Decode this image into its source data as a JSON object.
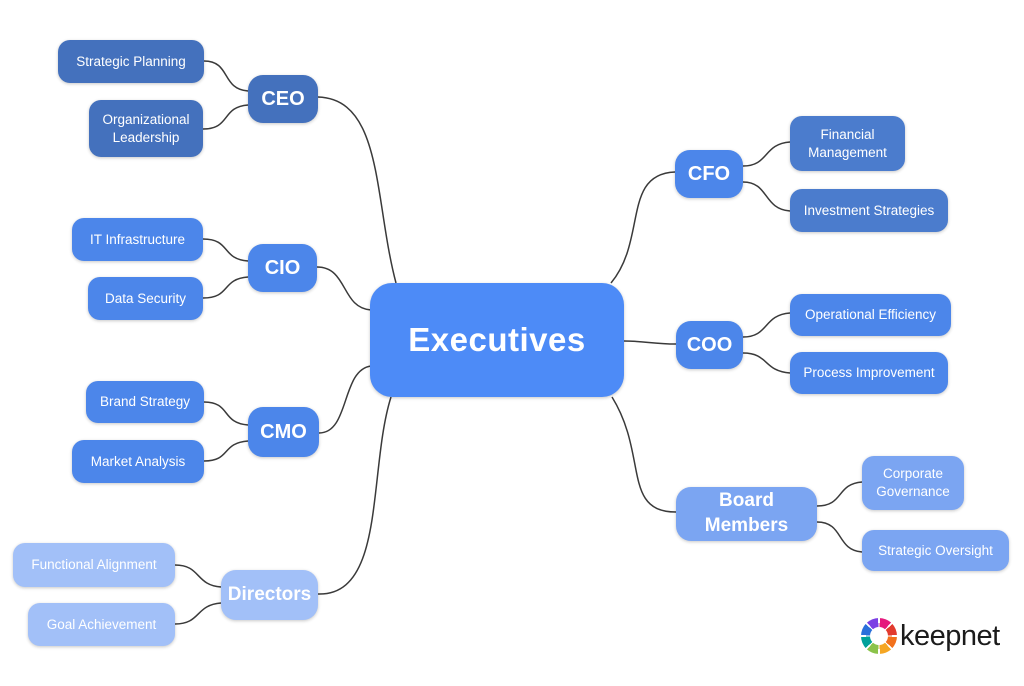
{
  "canvas": {
    "background": "#ffffff",
    "edge_color": "#3a3a3a"
  },
  "mindmap": {
    "root": {
      "label": "Executives",
      "color": "#4d8bf7",
      "text_color": "#ffffff"
    },
    "branches": [
      {
        "label": "CEO",
        "color": "#4471bd",
        "children": [
          {
            "label": "Strategic Planning",
            "color": "#4471bd"
          },
          {
            "label": "Organizational Leadership",
            "color": "#4471bd"
          }
        ]
      },
      {
        "label": "CIO",
        "color": "#4c86ea",
        "children": [
          {
            "label": "IT Infrastructure",
            "color": "#4c86ea"
          },
          {
            "label": "Data Security",
            "color": "#4c86ea"
          }
        ]
      },
      {
        "label": "CMO",
        "color": "#4c86ea",
        "children": [
          {
            "label": "Brand Strategy",
            "color": "#4c86ea"
          },
          {
            "label": "Market Analysis",
            "color": "#4c86ea"
          }
        ]
      },
      {
        "label": "Directors",
        "color": "#a2c0f8",
        "children": [
          {
            "label": "Functional Alignment",
            "color": "#a2c0f8"
          },
          {
            "label": "Goal Achievement",
            "color": "#a2c0f8"
          }
        ]
      },
      {
        "label": "CFO",
        "color": "#4c86ea",
        "children": [
          {
            "label": "Financial Management",
            "color": "#4b7ccd"
          },
          {
            "label": "Investment Strategies",
            "color": "#4b7ccd"
          }
        ]
      },
      {
        "label": "COO",
        "color": "#4c86ea",
        "children": [
          {
            "label": "Operational Efficiency",
            "color": "#4c86ea"
          },
          {
            "label": "Process Improvement",
            "color": "#4c86ea"
          }
        ]
      },
      {
        "label": "Board Members",
        "color": "#7ba5f2",
        "children": [
          {
            "label": "Corporate Governance",
            "color": "#7ba5f2"
          },
          {
            "label": "Strategic Oversight",
            "color": "#7ba5f2"
          }
        ]
      }
    ]
  },
  "logo": {
    "text": "keepnet",
    "text_color": "#1b1b1b",
    "wheel_colors": [
      "#e5197d",
      "#e23a2e",
      "#f2711c",
      "#f5a623",
      "#8bc34a",
      "#00a19a",
      "#2a6fdb",
      "#7b3fe4"
    ]
  }
}
